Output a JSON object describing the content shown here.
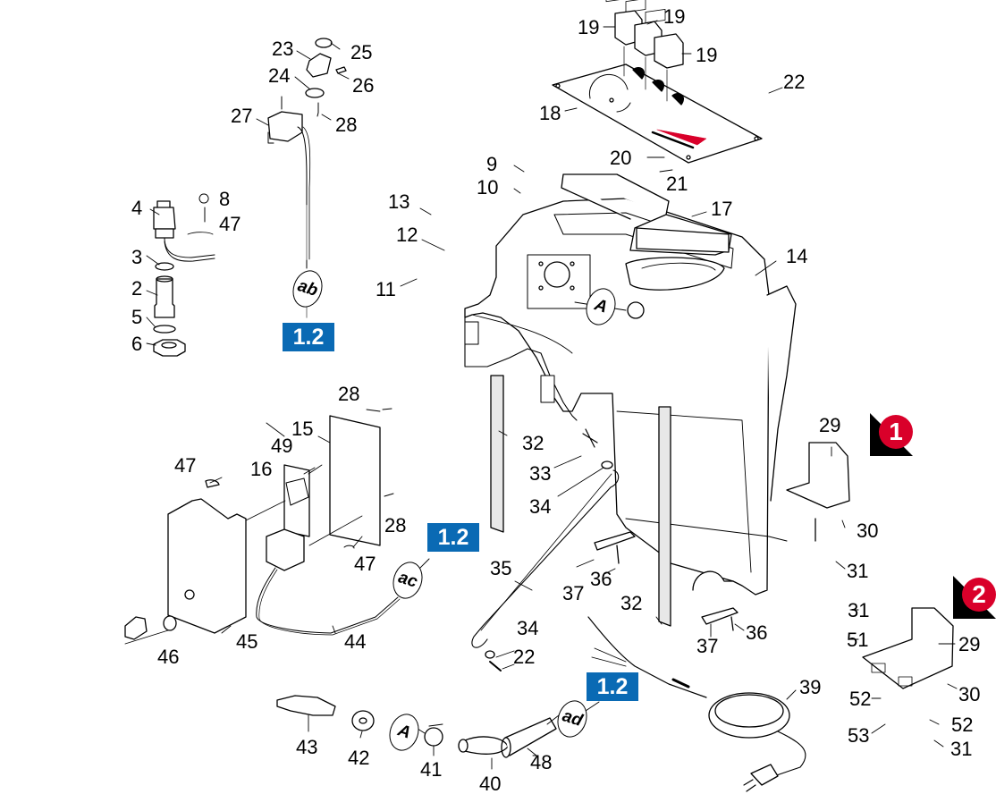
{
  "diagram": {
    "type": "exploded-parts-diagram",
    "part_labels": [
      {
        "id": "p2",
        "text": "2"
      },
      {
        "id": "p3",
        "text": "3"
      },
      {
        "id": "p4",
        "text": "4"
      },
      {
        "id": "p5",
        "text": "5"
      },
      {
        "id": "p6",
        "text": "6"
      },
      {
        "id": "p8",
        "text": "8"
      },
      {
        "id": "p47a",
        "text": "47"
      },
      {
        "id": "p9",
        "text": "9"
      },
      {
        "id": "p10",
        "text": "10"
      },
      {
        "id": "p11",
        "text": "11"
      },
      {
        "id": "p12",
        "text": "12"
      },
      {
        "id": "p13",
        "text": "13"
      },
      {
        "id": "p14",
        "text": "14"
      },
      {
        "id": "p15",
        "text": "15"
      },
      {
        "id": "p16",
        "text": "16"
      },
      {
        "id": "p17",
        "text": "17"
      },
      {
        "id": "p18",
        "text": "18"
      },
      {
        "id": "p19a",
        "text": "19"
      },
      {
        "id": "p19b",
        "text": "19"
      },
      {
        "id": "p19c",
        "text": "19"
      },
      {
        "id": "p20",
        "text": "20"
      },
      {
        "id": "p21",
        "text": "21"
      },
      {
        "id": "p22a",
        "text": "22"
      },
      {
        "id": "p22b",
        "text": "22"
      },
      {
        "id": "p23",
        "text": "23"
      },
      {
        "id": "p24",
        "text": "24"
      },
      {
        "id": "p25",
        "text": "25"
      },
      {
        "id": "p26",
        "text": "26"
      },
      {
        "id": "p27",
        "text": "27"
      },
      {
        "id": "p28a",
        "text": "28"
      },
      {
        "id": "p28b",
        "text": "28"
      },
      {
        "id": "p28c",
        "text": "28"
      },
      {
        "id": "p29a",
        "text": "29"
      },
      {
        "id": "p29b",
        "text": "29"
      },
      {
        "id": "p30a",
        "text": "30"
      },
      {
        "id": "p30b",
        "text": "30"
      },
      {
        "id": "p31a",
        "text": "31"
      },
      {
        "id": "p31b",
        "text": "31"
      },
      {
        "id": "p31c",
        "text": "31"
      },
      {
        "id": "p32a",
        "text": "32"
      },
      {
        "id": "p32b",
        "text": "32"
      },
      {
        "id": "p33",
        "text": "33"
      },
      {
        "id": "p34a",
        "text": "34"
      },
      {
        "id": "p34b",
        "text": "34"
      },
      {
        "id": "p35",
        "text": "35"
      },
      {
        "id": "p36a",
        "text": "36"
      },
      {
        "id": "p36b",
        "text": "36"
      },
      {
        "id": "p37a",
        "text": "37"
      },
      {
        "id": "p37b",
        "text": "37"
      },
      {
        "id": "p39",
        "text": "39"
      },
      {
        "id": "p40",
        "text": "40"
      },
      {
        "id": "p41",
        "text": "41"
      },
      {
        "id": "p42",
        "text": "42"
      },
      {
        "id": "p43",
        "text": "43"
      },
      {
        "id": "p44",
        "text": "44"
      },
      {
        "id": "p45",
        "text": "45"
      },
      {
        "id": "p46",
        "text": "46"
      },
      {
        "id": "p47b",
        "text": "47"
      },
      {
        "id": "p47c",
        "text": "47"
      },
      {
        "id": "p48",
        "text": "48"
      },
      {
        "id": "p49",
        "text": "49"
      },
      {
        "id": "p51",
        "text": "51"
      },
      {
        "id": "p52a",
        "text": "52"
      },
      {
        "id": "p52b",
        "text": "52"
      },
      {
        "id": "p53",
        "text": "53"
      }
    ],
    "reference_badges": [
      {
        "id": "ref-ab",
        "text": "1.2"
      },
      {
        "id": "ref-ac",
        "text": "1.2"
      },
      {
        "id": "ref-ad",
        "text": "1.2"
      }
    ],
    "connector_tags": [
      {
        "id": "tag-ab",
        "text": "ab"
      },
      {
        "id": "tag-ac",
        "text": "ac"
      },
      {
        "id": "tag-ad",
        "text": "ad"
      },
      {
        "id": "tag-A1",
        "text": "A"
      },
      {
        "id": "tag-A2",
        "text": "A"
      }
    ],
    "variant_markers": [
      {
        "id": "variant-1",
        "text": "1"
      },
      {
        "id": "variant-2",
        "text": "2"
      }
    ],
    "colors": {
      "reference_badge": "#0a6ab4",
      "variant_marker": "#d9002a",
      "line": "#000000",
      "fill": "#ffffff",
      "panel_accent_red": "#d9002a"
    }
  }
}
